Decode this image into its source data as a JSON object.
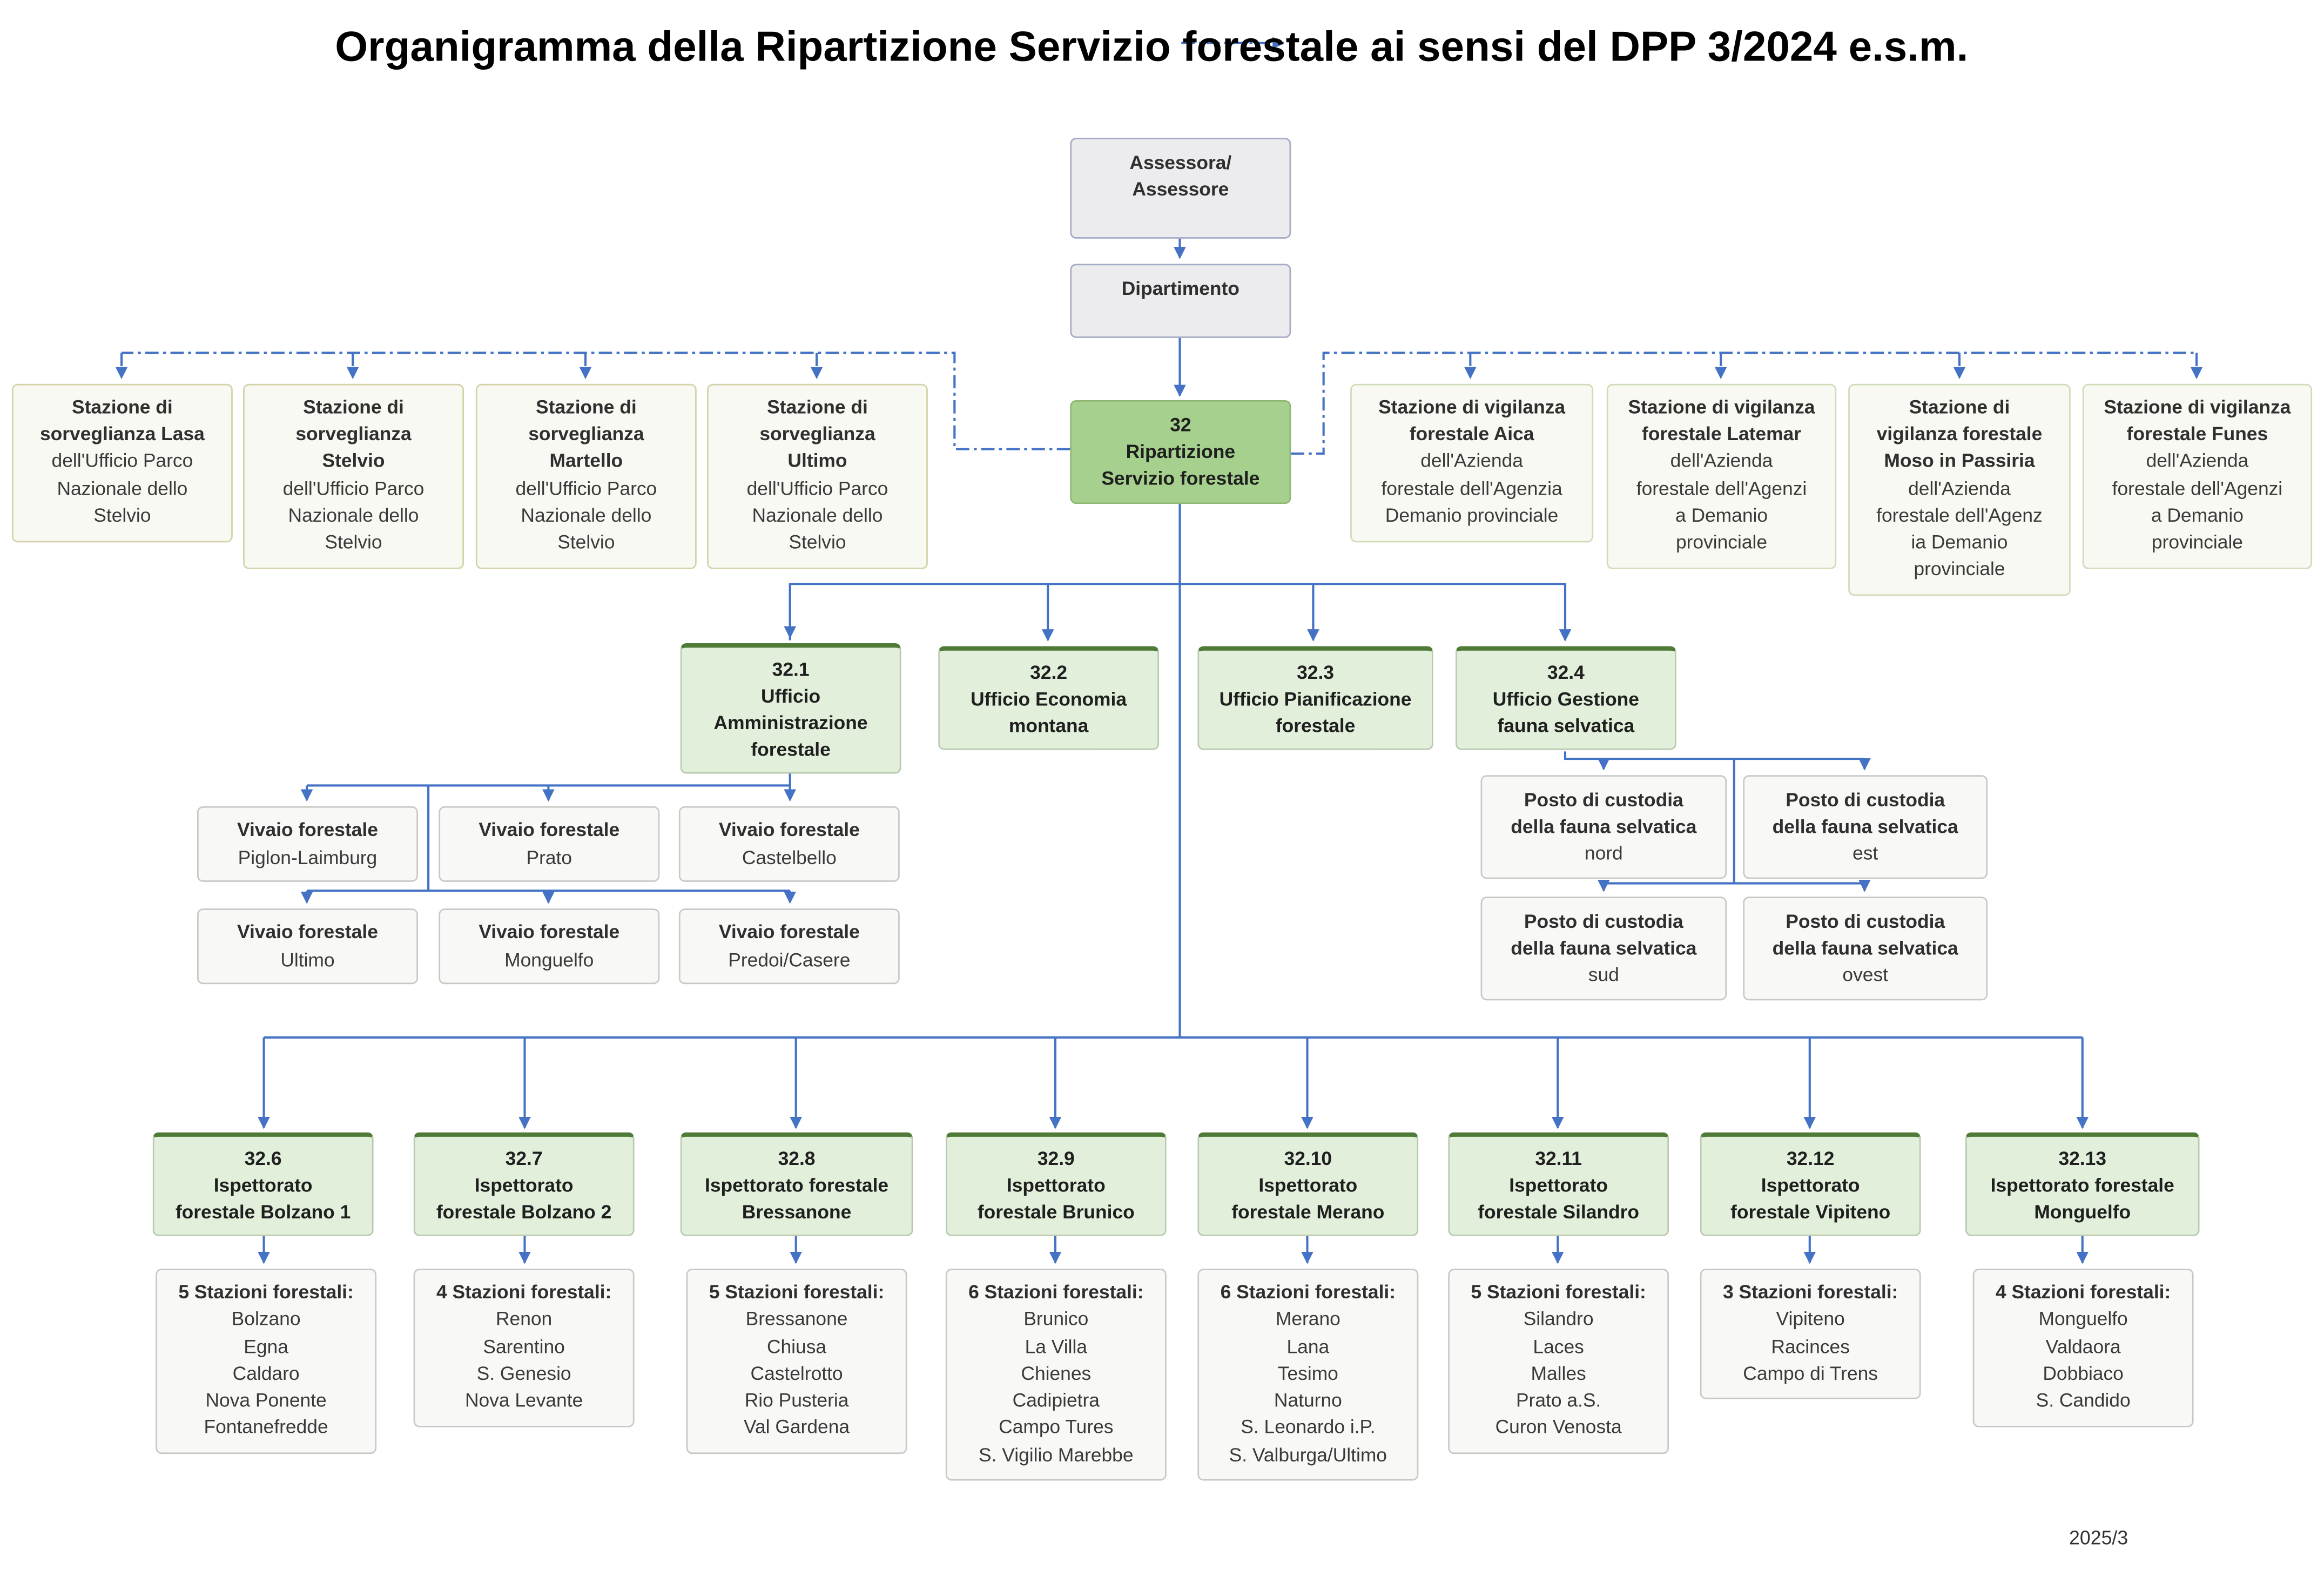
{
  "title": "Organigramma della Ripartizione Servizio forestale ai sensi del DPP 3/2024 e.s.m.",
  "version": "2025/3",
  "colors": {
    "connector": "#4472c4",
    "main_fill": "#a6d08d",
    "office_fill": "#e2efda",
    "office_border": "#4f7a38",
    "grey_fill": "#ececee"
  },
  "top": {
    "assessore": [
      "Assessora/",
      "Assessore"
    ],
    "dipartimento": "Dipartimento",
    "ripartizione": {
      "code": "32",
      "line1": "Ripartizione",
      "line2": "Servizio forestale"
    }
  },
  "park_stations": [
    {
      "bold": [
        "Stazione di",
        "sorveglianza Lasa"
      ],
      "text": [
        "dell'Ufficio Parco",
        "Nazionale dello",
        "Stelvio"
      ]
    },
    {
      "bold": [
        "Stazione di",
        "sorveglianza",
        "Stelvio"
      ],
      "text": [
        "dell'Ufficio Parco",
        "Nazionale dello",
        "Stelvio"
      ]
    },
    {
      "bold": [
        "Stazione di",
        "sorveglianza",
        "Martello"
      ],
      "text": [
        "dell'Ufficio Parco",
        "Nazionale dello",
        "Stelvio"
      ]
    },
    {
      "bold": [
        "Stazione di",
        "sorveglianza",
        "Ultimo"
      ],
      "text": [
        "dell'Ufficio Parco",
        "Nazionale dello",
        "Stelvio"
      ]
    }
  ],
  "agency_stations": [
    {
      "bold": [
        "Stazione di vigilanza",
        "forestale Aica"
      ],
      "text": [
        "dell'Azienda",
        "forestale dell'Agenzia",
        "Demanio provinciale"
      ]
    },
    {
      "bold": [
        "Stazione di vigilanza",
        "forestale Latemar"
      ],
      "text": [
        "dell'Azienda",
        "forestale dell'Agenzi",
        "a Demanio",
        "provinciale"
      ]
    },
    {
      "bold": [
        "Stazione di",
        "vigilanza forestale",
        "Moso in Passiria"
      ],
      "text": [
        "dell'Azienda",
        "forestale dell'Agenz",
        "ia Demanio",
        "provinciale"
      ]
    },
    {
      "bold": [
        "Stazione di vigilanza",
        "forestale Funes"
      ],
      "text": [
        "dell'Azienda",
        "forestale dell'Agenzi",
        "a Demanio",
        "provinciale"
      ]
    }
  ],
  "offices": [
    {
      "code": "32.1",
      "lines": [
        "Ufficio",
        "Amministrazione",
        "forestale"
      ]
    },
    {
      "code": "32.2",
      "lines": [
        "Ufficio Economia",
        "montana"
      ]
    },
    {
      "code": "32.3",
      "lines": [
        "Ufficio Pianificazione",
        "forestale"
      ]
    },
    {
      "code": "32.4",
      "lines": [
        "Ufficio Gestione",
        "fauna selvatica"
      ]
    }
  ],
  "nurseries": [
    {
      "label": "Vivaio forestale",
      "place": "Piglon-Laimburg"
    },
    {
      "label": "Vivaio forestale",
      "place": "Prato"
    },
    {
      "label": "Vivaio forestale",
      "place": "Castelbello"
    },
    {
      "label": "Vivaio forestale",
      "place": "Ultimo"
    },
    {
      "label": "Vivaio forestale",
      "place": "Monguelfo"
    },
    {
      "label": "Vivaio forestale",
      "place": "Predoi/Casere"
    }
  ],
  "wildlife_posts": [
    {
      "label": [
        "Posto di custodia",
        "della fauna selvatica"
      ],
      "place": "nord"
    },
    {
      "label": [
        "Posto di custodia",
        "della fauna selvatica"
      ],
      "place": "est"
    },
    {
      "label": [
        "Posto di custodia",
        "della fauna selvatica"
      ],
      "place": "sud"
    },
    {
      "label": [
        "Posto di custodia",
        "della fauna selvatica"
      ],
      "place": "ovest"
    }
  ],
  "inspectorates": [
    {
      "code": "32.6",
      "lines": [
        "Ispettorato",
        "forestale Bolzano 1"
      ],
      "count": "5 Stazioni forestali:",
      "stations": [
        "Bolzano",
        "Egna",
        "Caldaro",
        "Nova Ponente",
        "Fontanefredde"
      ]
    },
    {
      "code": "32.7",
      "lines": [
        "Ispettorato",
        "forestale Bolzano 2"
      ],
      "count": "4 Stazioni forestali:",
      "stations": [
        "Renon",
        "Sarentino",
        "S. Genesio",
        "Nova Levante"
      ]
    },
    {
      "code": "32.8",
      "lines": [
        "Ispettorato forestale",
        "Bressanone"
      ],
      "count": "5 Stazioni forestali:",
      "stations": [
        "Bressanone",
        "Chiusa",
        "Castelrotto",
        "Rio Pusteria",
        "Val Gardena"
      ]
    },
    {
      "code": "32.9",
      "lines": [
        "Ispettorato",
        "forestale Brunico"
      ],
      "count": "6 Stazioni forestali:",
      "stations": [
        "Brunico",
        "La Villa",
        "Chienes",
        "Cadipietra",
        "Campo Tures",
        "S. Vigilio Marebbe"
      ]
    },
    {
      "code": "32.10",
      "lines": [
        "Ispettorato",
        "forestale Merano"
      ],
      "count": "6 Stazioni forestali:",
      "stations": [
        "Merano",
        "Lana",
        "Tesimo",
        "Naturno",
        "S. Leonardo i.P.",
        "S. Valburga/Ultimo"
      ]
    },
    {
      "code": "32.11",
      "lines": [
        "Ispettorato",
        "forestale Silandro"
      ],
      "count": "5 Stazioni forestali:",
      "stations": [
        "Silandro",
        "Laces",
        "Malles",
        "Prato a.S.",
        "Curon Venosta"
      ]
    },
    {
      "code": "32.12",
      "lines": [
        "Ispettorato",
        "forestale Vipiteno"
      ],
      "count": "3 Stazioni forestali:",
      "stations": [
        "Vipiteno",
        "Racinces",
        "Campo di Trens"
      ]
    },
    {
      "code": "32.13",
      "lines": [
        "Ispettorato forestale",
        "Monguelfo"
      ],
      "count": "4 Stazioni forestali:",
      "stations": [
        "Monguelfo",
        "Valdaora",
        "Dobbiaco",
        "S. Candido"
      ]
    }
  ]
}
